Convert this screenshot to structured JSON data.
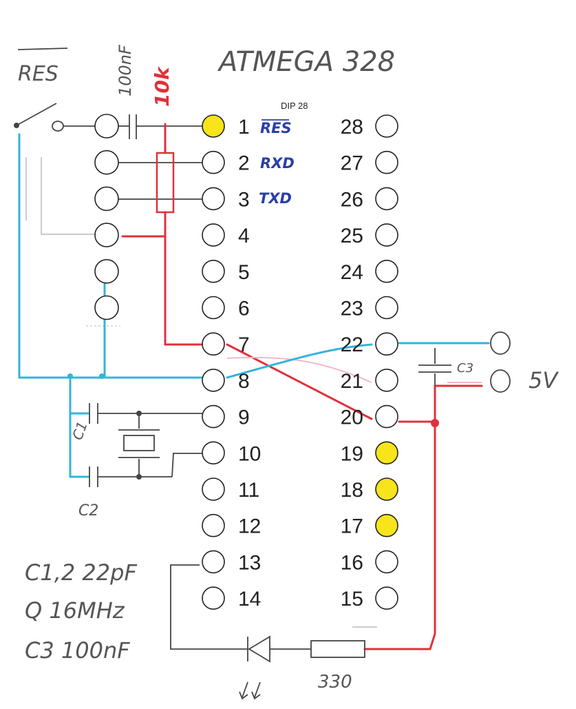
{
  "title": "ATMEGA 328",
  "package": "DIP 28",
  "reset_label": "RES",
  "cap_label": "100nF",
  "resistor_label": "10k",
  "cap3_label": "C3",
  "c1_label": "C1",
  "c2_label": "C2",
  "supply_label": "5V",
  "led_resistor_label": "330",
  "signals": {
    "pin1": "RES",
    "pin2": "RXD",
    "pin3": "TXD"
  },
  "left_pins": [
    "1",
    "2",
    "3",
    "4",
    "5",
    "6",
    "7",
    "8",
    "9",
    "10",
    "11",
    "12",
    "13",
    "14"
  ],
  "right_pins": [
    "28",
    "27",
    "26",
    "25",
    "24",
    "23",
    "22",
    "21",
    "20",
    "19",
    "18",
    "17",
    "16",
    "15"
  ],
  "highlighted_pins": [
    "1",
    "19",
    "18",
    "17"
  ],
  "legend": [
    "C1,2 22pF",
    "Q 16MHz",
    "C3 100nF"
  ]
}
